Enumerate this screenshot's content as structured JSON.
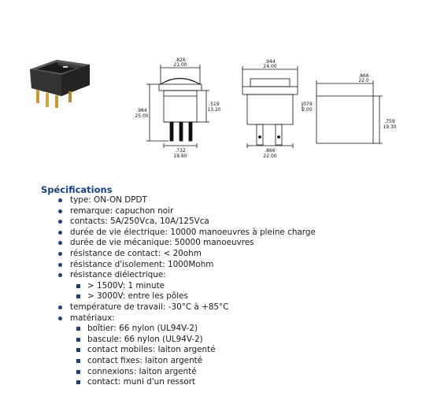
{
  "photo": {
    "icon": "rocker-switch-photo"
  },
  "drawing": {
    "dim_826": [
      ".826",
      "21.00"
    ],
    "dim_984": [
      ".984",
      "25.00"
    ],
    "dim_519": [
      ".519",
      "13.20"
    ],
    "dim_732": [
      ".732",
      "18.60"
    ],
    "dim_944": [
      ".944",
      "24.00"
    ],
    "dim_079": [
      ".079",
      "2.00"
    ],
    "dim_866b": [
      ".866",
      "22.00"
    ],
    "dim_866": [
      ".866",
      "22.0"
    ],
    "dim_759": [
      ".759",
      "19.30"
    ]
  },
  "spec": {
    "title": "Spécifications",
    "items": [
      {
        "text": "type: ON-ON DPDT"
      },
      {
        "text": "remarque: capuchon noir"
      },
      {
        "text": "contacts: 5A/250Vca, 10A/125Vca"
      },
      {
        "text": "durée de vie électrique: 10000 manoeuvres à pleine charge"
      },
      {
        "text": "durée de vie mécanique: 50000 manoeuvres"
      },
      {
        "text": "résistance de contact: < 20ohm"
      },
      {
        "text": "résistance d'isolement: 1000Mohm"
      },
      {
        "text": "résistance diélectrique:",
        "sub": [
          "> 1500V: 1 minute",
          "> 3000V: entre les pôles"
        ]
      },
      {
        "text": "température de travail: -30°C à +85°C"
      },
      {
        "text": "matériaux:",
        "sub": [
          "boîtier: 66 nylon (UL94V-2)",
          "bascule: 66 nylon (UL94V-2)",
          "contact mobiles: laiton argenté",
          "contact fixes: laiton argenté",
          "connexions: laiton argenté",
          "contact: muni d'un ressort"
        ]
      }
    ]
  }
}
